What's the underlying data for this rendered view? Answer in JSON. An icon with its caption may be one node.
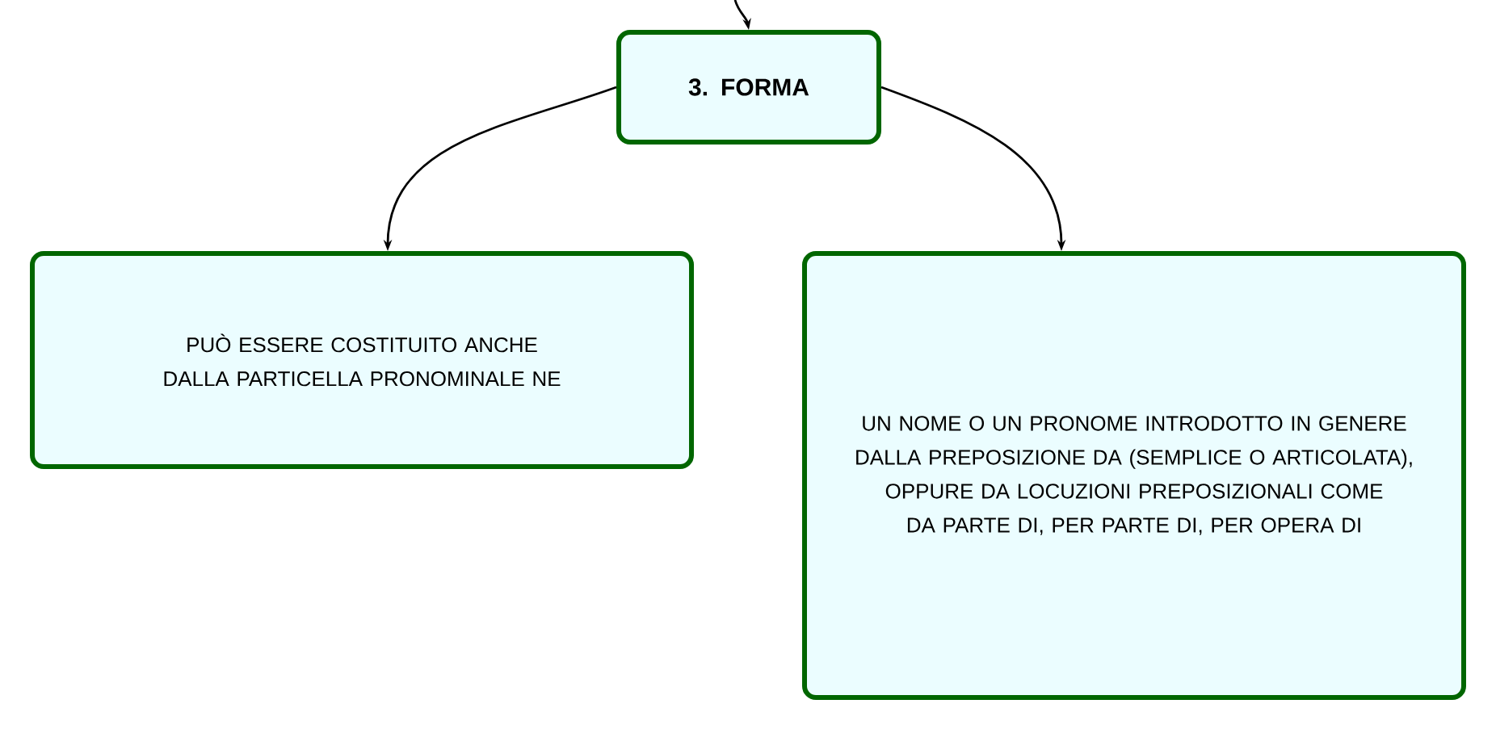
{
  "diagram": {
    "nodes": [
      {
        "text": [
          "3. FORMA"
        ]
      },
      {
        "text": [
          "PUÒ ESSERE COSTITUITO ANCHE DALLA PARTICELLA PRONOMINALE NE"
        ]
      },
      {
        "text": [
          "UN NOME O UN PRONOME INTRODOTTO IN GENERE DALLA PREPOSIZIONE DA (SEMPLICE O ARTICOLATA), OPPURE DA LOCUZIONI PREPOSIZIONALI COME DA PARTE DI, PER PARTE DI, PER OPERA DI"
        ]
      }
    ],
    "edges": [
      {
        "from": null,
        "to": 0,
        "arrow": "to"
      },
      {
        "from": 0,
        "to": 1,
        "arrow": "to"
      },
      {
        "from": 0,
        "to": 2,
        "arrow": "to"
      }
    ]
  }
}
